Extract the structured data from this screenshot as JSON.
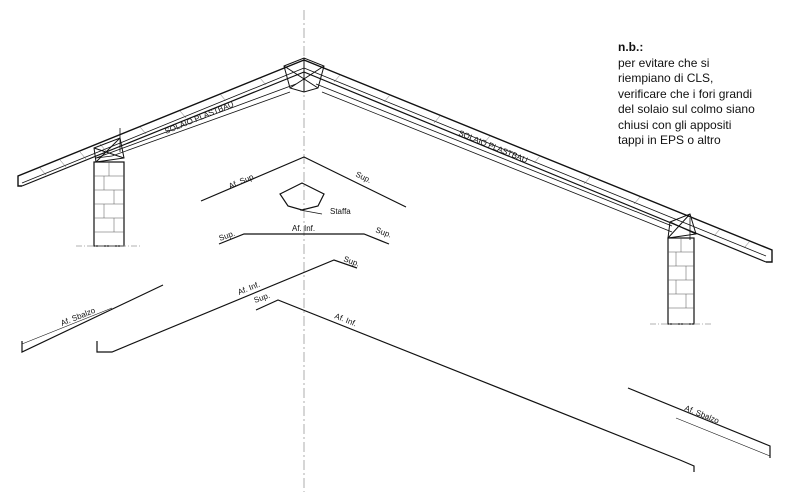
{
  "note": {
    "title": "n.b.:",
    "lines": [
      "per evitare che si",
      "riempiano di CLS,",
      "verificare che i fori grandi",
      "del solaio sul colmo siano",
      "chiusi con gli appositi",
      "tappi in EPS o altro"
    ]
  },
  "labels": {
    "slab_left": "SOLAIO PLASTBAU",
    "slab_right": "SOLAIO PLASTBAU",
    "af_sup": "Af. Sup.",
    "sup_upper": "Sup.",
    "staffa": "Staffa",
    "sup_left": "Sup.",
    "af_inf_mid": "Af. Inf.",
    "sup_right": "Sup.",
    "sup_long": "Sup.",
    "af_inf_long": "Af. Inf.",
    "af_sbalzo_left": "Af. Sbalzo",
    "sup_second": "Sup.",
    "af_inf_second": "Af. Inf.",
    "af_sbalzo_right": "Af. Sbalzo"
  },
  "colors": {
    "line": "#111111",
    "axis": "#999999",
    "hatch": "#666666"
  }
}
